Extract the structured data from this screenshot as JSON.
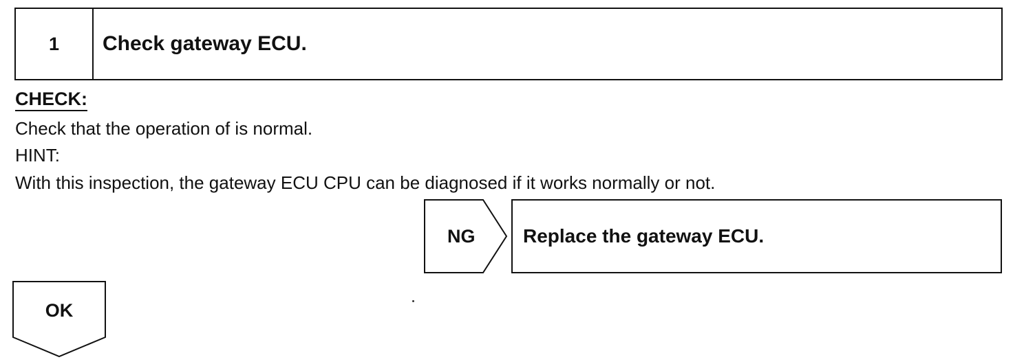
{
  "step": {
    "number": "1",
    "title": "Check gateway ECU."
  },
  "check": {
    "heading": "CHECK:",
    "instruction": "Check that the operation of is normal.",
    "hint_label": "HINT:",
    "hint_text": "With this inspection, the gateway ECU CPU can be diagnosed if it works normally or not."
  },
  "ng_branch": {
    "label": "NG",
    "action": "Replace the gateway ECU."
  },
  "ok_branch": {
    "label": "OK"
  }
}
